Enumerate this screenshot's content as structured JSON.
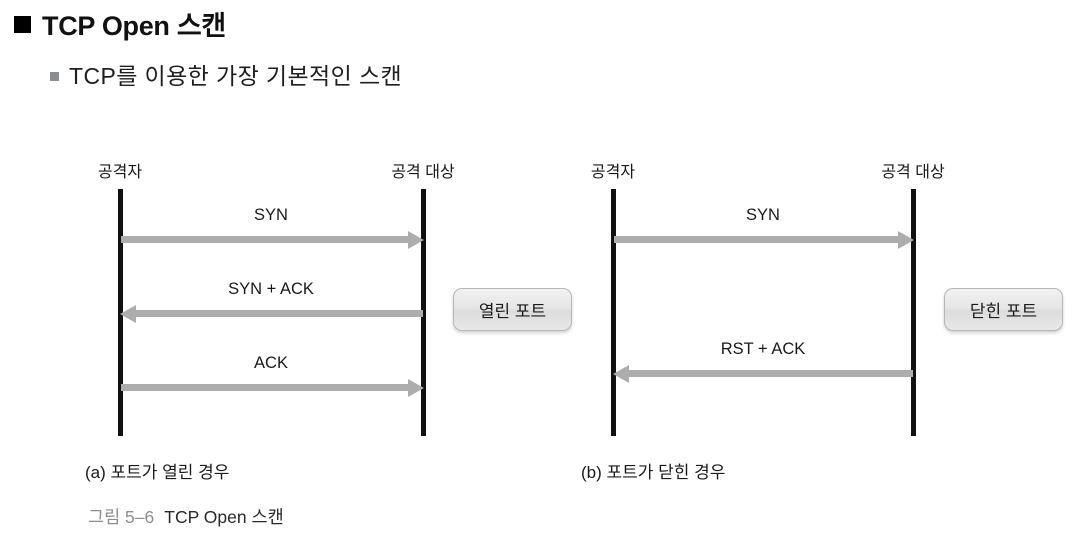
{
  "slide": {
    "title": "TCP Open 스캔",
    "subtitle": "TCP를 이용한 가장 기본적인 스캔",
    "figure_caption_number": "그림 5–6",
    "figure_caption_name": "TCP Open 스캔"
  },
  "diagrams": [
    {
      "id": "open-port",
      "caption": "(a) 포트가 열린 경우",
      "left_actor": "공격자",
      "right_actor": "공격 대상",
      "status_box": "열린 포트",
      "messages": [
        {
          "label": "SYN",
          "direction": "right"
        },
        {
          "label": "SYN + ACK",
          "direction": "left"
        },
        {
          "label": "ACK",
          "direction": "right"
        }
      ]
    },
    {
      "id": "closed-port",
      "caption": "(b) 포트가 닫힌 경우",
      "left_actor": "공격자",
      "right_actor": "공격 대상",
      "status_box": "닫힌 포트",
      "messages": [
        {
          "label": "SYN",
          "direction": "right"
        },
        {
          "label": "RST + ACK",
          "direction": "left"
        }
      ]
    }
  ],
  "colors": {
    "background": "#ffffff",
    "text": "#1a1a1a",
    "lifeline": "#111111",
    "arrow": "#adadad",
    "bullet_primary": "#000000",
    "bullet_secondary": "#8a8d92",
    "caption_muted": "#8e8e8e",
    "box_border": "#b6b6b6"
  }
}
